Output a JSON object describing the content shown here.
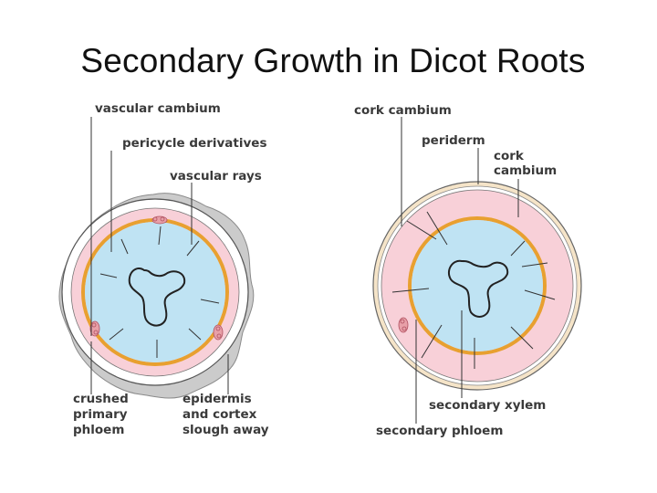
{
  "title": "Secondary Growth in Dicot Roots",
  "left_diagram": {
    "labels": {
      "vascular_cambium": "vascular cambium",
      "pericycle_derivatives": "pericycle derivatives",
      "vascular_rays": "vascular rays",
      "crushed_primary_phloem": [
        "crushed",
        "primary",
        "phloem"
      ],
      "epidermis_cortex": [
        "epidermis",
        "and cortex",
        "slough away"
      ]
    }
  },
  "right_diagram": {
    "labels": {
      "cork_cambium_top": "cork cambium",
      "periderm": "periderm",
      "cork_cambium": [
        "cork",
        "cambium"
      ],
      "secondary_xylem": "secondary xylem",
      "secondary_phloem": "secondary phloem"
    }
  },
  "colors": {
    "xylem": "#bfe3f3",
    "phloem": "#f8d0d8",
    "cambium": "#e8a030",
    "cortex": "#c8c8c8",
    "periderm": "#f5e4c8"
  }
}
